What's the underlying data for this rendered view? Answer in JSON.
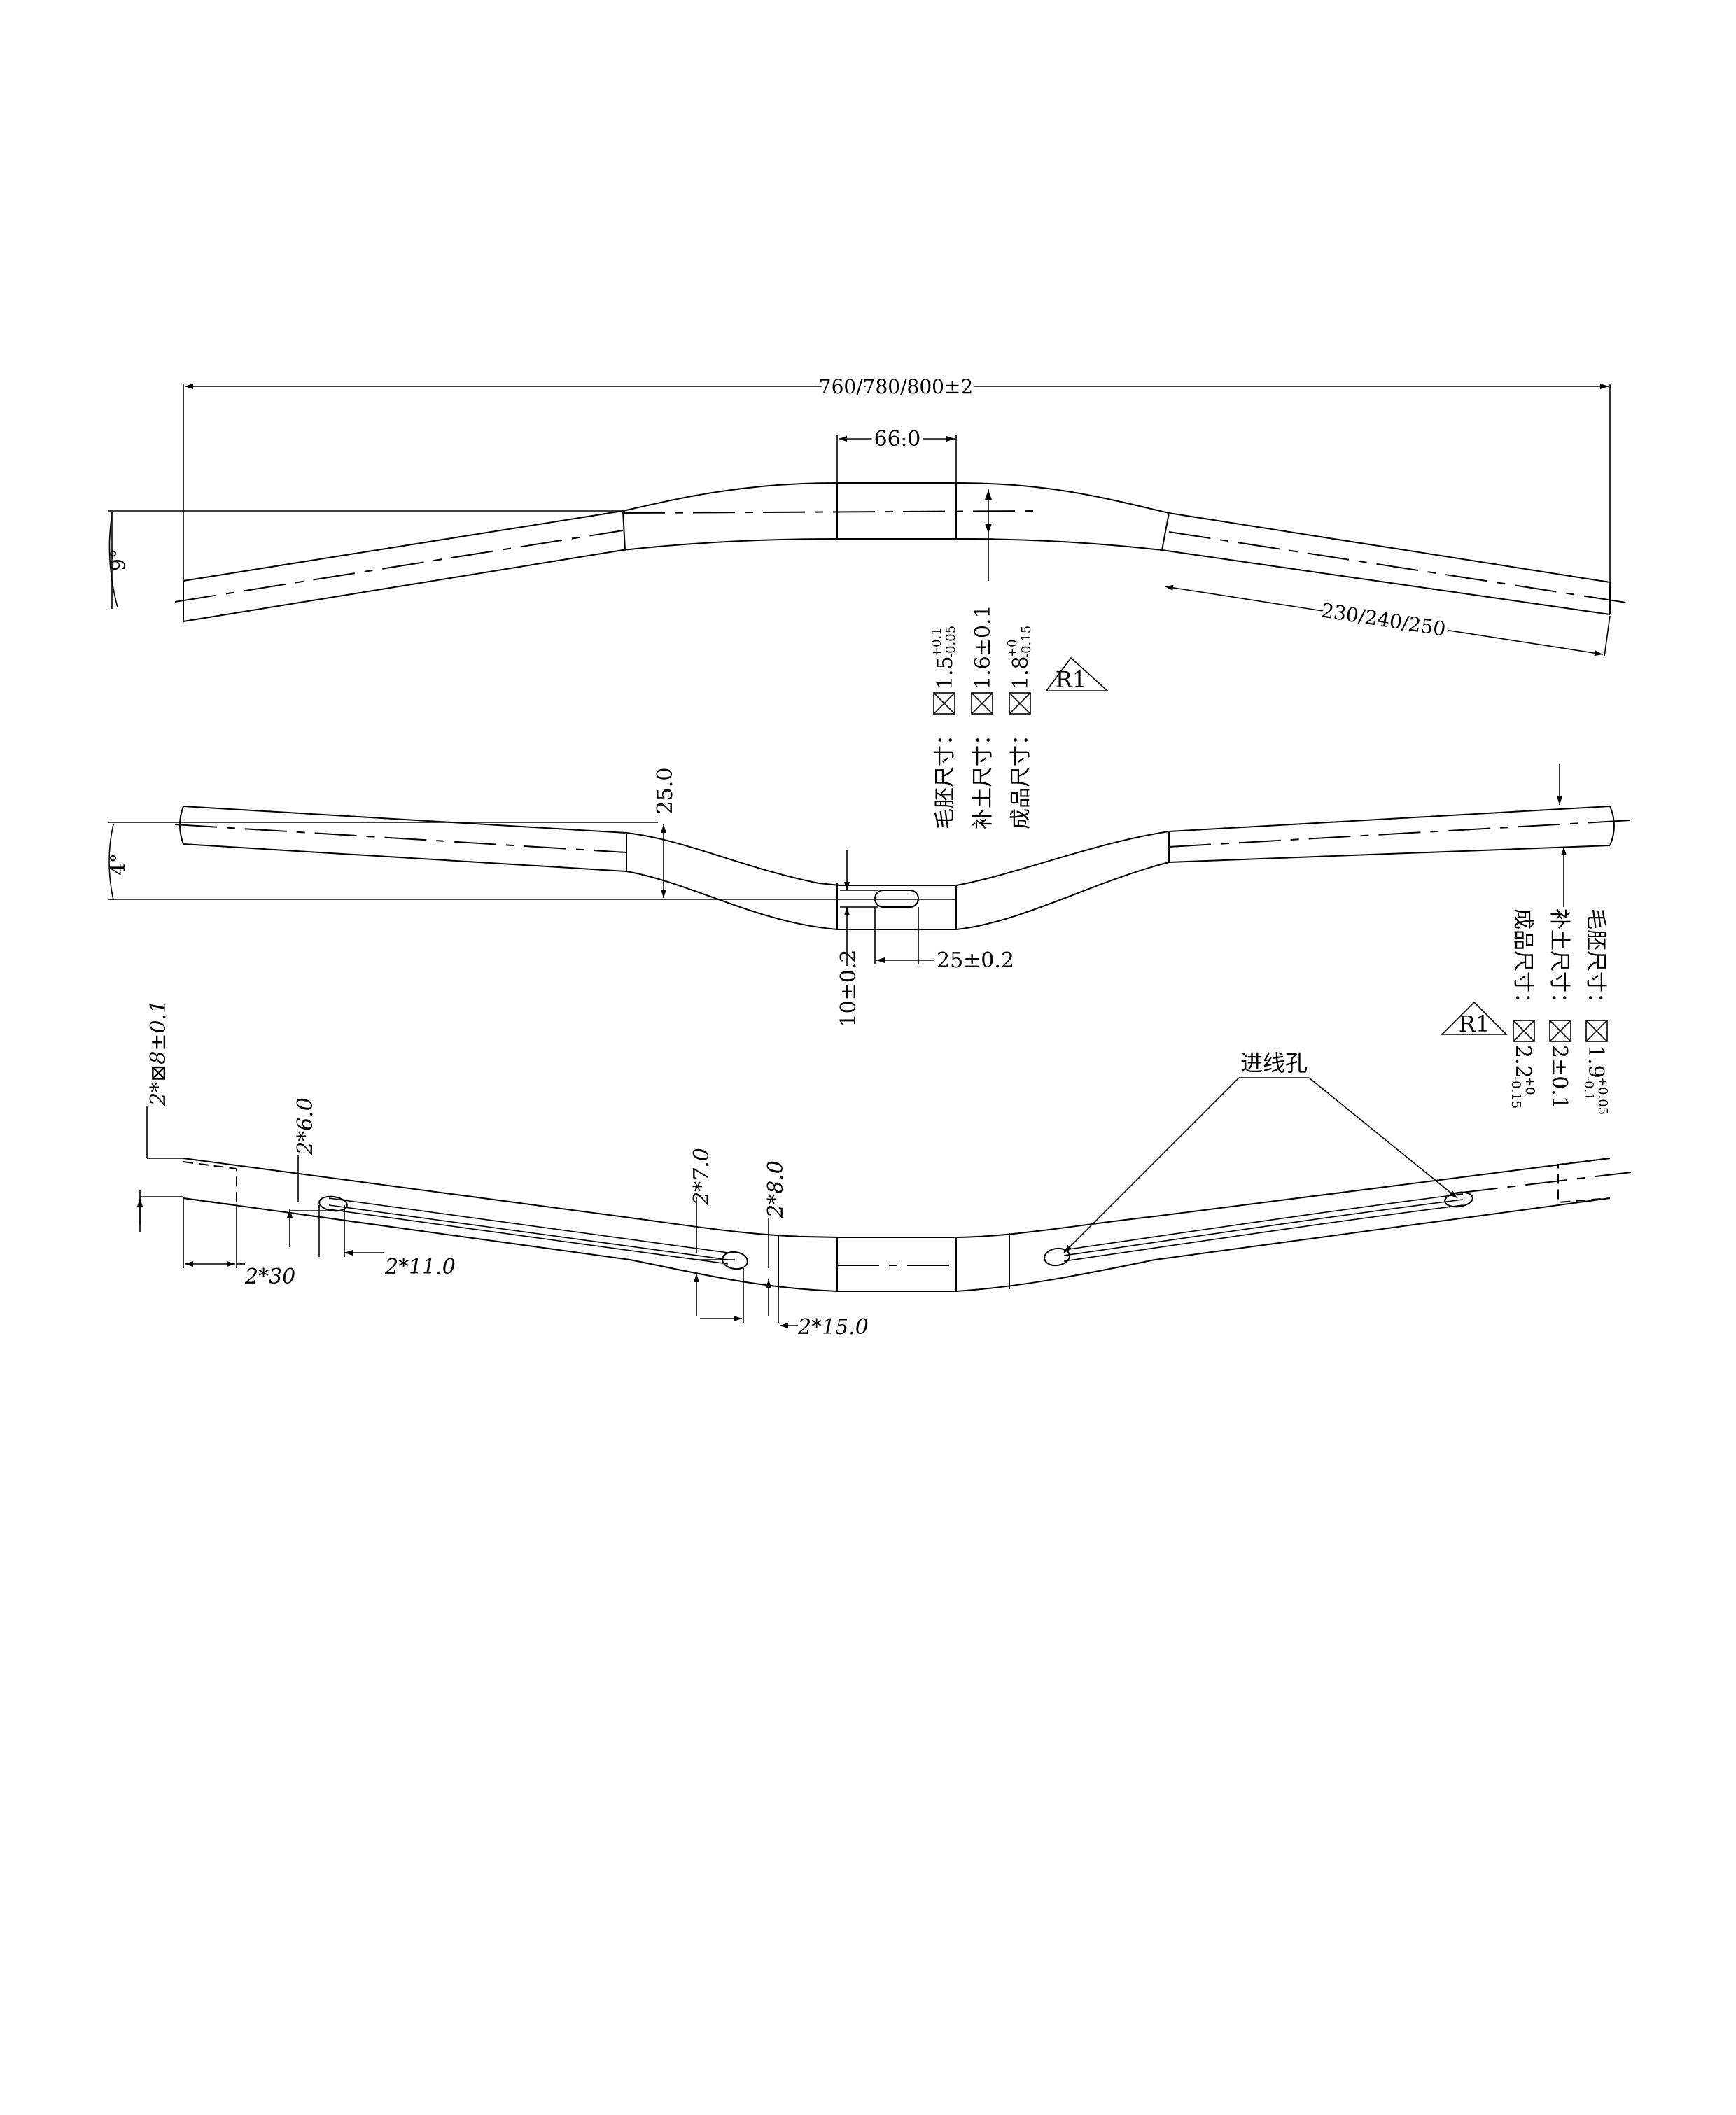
{
  "top_view": {
    "overall_width": "760/780/800±2",
    "clamp_width": "66.0",
    "angle": "9°",
    "grip_length": "230/240/250",
    "spec_1": {
      "label": "毛胚尺寸：",
      "value": "1.5",
      "sup": "+0.1",
      "sub": "-0.05"
    },
    "spec_2": {
      "label": "补土尺寸：",
      "value": "1.6±0.1"
    },
    "spec_3": {
      "label": "成品尺寸：",
      "value": "1.8",
      "sup": "+0",
      "sub": "-0.15"
    },
    "radius": "R1"
  },
  "front_view": {
    "rise": "25.0",
    "angle": "4°",
    "slot_height": "10±0.2",
    "slot_length": "25±0.2",
    "spec_1": {
      "label": "毛胚尺寸：",
      "value": "1.9",
      "sup": "+0.05",
      "sub": "-0.1"
    },
    "spec_2": {
      "label": "补土尺寸：",
      "value": "2±0.1"
    },
    "spec_3": {
      "label": "成品尺寸：",
      "value": "2.2",
      "sup": "+0",
      "sub": "-0.15"
    },
    "radius": "R1"
  },
  "bottom_view": {
    "hole_dia": "2*⊠8±0.1",
    "dim_6": "2*6.0",
    "dim_30": "2*30",
    "dim_11": "2*11.0",
    "dim_7": "2*7.0",
    "dim_8": "2*8.0",
    "dim_15": "2*15.0",
    "cable_hole": "进线孔"
  }
}
